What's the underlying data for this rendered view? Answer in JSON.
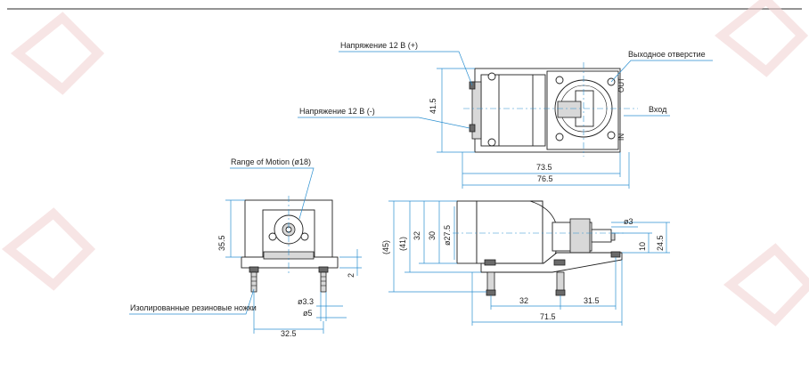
{
  "callouts": {
    "voltage_plus": "Напряжение 12 В (+)",
    "voltage_minus": "Напряжение 12 В (-)",
    "outlet": "Выходное отверстие",
    "inlet": "Вход",
    "range_of_motion": "Range of Motion (ø18)",
    "rubber_feet": "Изолированные резиновые ножки"
  },
  "top_view": {
    "port_out": "OUT",
    "port_in": "IN",
    "dim_height": "41.5",
    "dim_width_inner": "73.5",
    "dim_width_outer": "76.5"
  },
  "front_view": {
    "dim_height": "35.5",
    "dim_plate": "2",
    "dim_foot_inner": "ø3.3",
    "dim_foot_outer": "ø5",
    "dim_foot_spacing": "32.5"
  },
  "side_view": {
    "dim_overall": "(45)",
    "dim_body": "(41)",
    "dim_32": "32",
    "dim_30": "30",
    "dim_motor_dia": "ø27.5",
    "dim_port_dia": "ø3",
    "dim_port_height": "10",
    "dim_port_top": "24.5",
    "dim_feet_a": "32",
    "dim_feet_b": "31.5",
    "dim_length": "71.5"
  },
  "colors": {
    "dimension_lines": "#2b8fd0",
    "outline": "#1e1e1e",
    "watermark": "#e8c8c8"
  }
}
